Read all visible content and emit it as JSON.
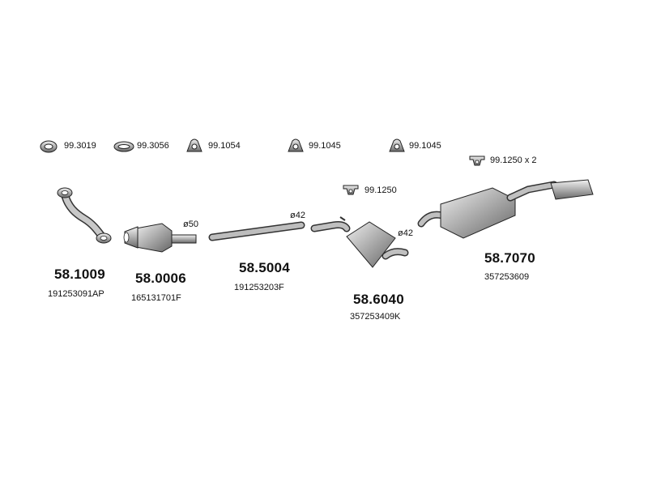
{
  "mounting_parts": [
    {
      "code": "99.3019",
      "icon": "gasket-ring-icon"
    },
    {
      "code": "99.3056",
      "icon": "oval-gasket-icon"
    },
    {
      "code": "99.1054",
      "icon": "rubber-hanger-icon"
    },
    {
      "code": "99.1045",
      "icon": "rubber-hanger-icon"
    },
    {
      "code": "99.1045",
      "icon": "rubber-hanger-icon"
    },
    {
      "code": "99.1250",
      "icon": "bracket-hanger-icon"
    },
    {
      "code": "99.1250 x 2",
      "icon": "bracket-hanger-icon"
    }
  ],
  "components": [
    {
      "part_number": "58.1009",
      "oem_number": "191253091AP",
      "icon": "front-pipe-icon"
    },
    {
      "part_number": "58.0006",
      "oem_number": "165131701F",
      "icon": "catalytic-converter-icon",
      "diameter": "ø50"
    },
    {
      "part_number": "58.5004",
      "oem_number": "191253203F",
      "icon": "intermediate-pipe-icon",
      "diameter": "ø42"
    },
    {
      "part_number": "58.6040",
      "oem_number": "357253409K",
      "icon": "middle-silencer-icon",
      "diameter": "ø42"
    },
    {
      "part_number": "58.7070",
      "oem_number": "357253609",
      "icon": "rear-silencer-icon"
    }
  ]
}
